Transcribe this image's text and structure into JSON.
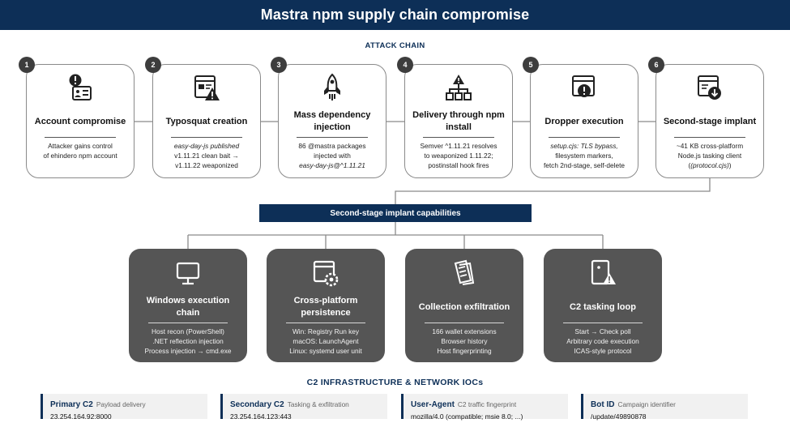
{
  "header": {
    "title": "Mastra npm supply chain compromise"
  },
  "attack_chain_label": "ATTACK CHAIN",
  "steps": [
    {
      "num": "1",
      "icon": "account-alert-icon",
      "title": "Account compromise",
      "desc": [
        "Attacker gains control",
        "of ehindero npm account"
      ]
    },
    {
      "num": "2",
      "icon": "typosquat-warning-icon",
      "title": "Typosquat creation",
      "desc": [
        "easy-day-js published",
        "v1.11.21 clean bait →",
        "v1.11.22 weaponized"
      ]
    },
    {
      "num": "3",
      "icon": "rocket-injection-icon",
      "title": "Mass dependency injection",
      "desc": [
        "86 @mastra packages",
        "injected with",
        "easy-day-js@^1.11.21"
      ]
    },
    {
      "num": "4",
      "icon": "package-tree-icon",
      "title": "Delivery through npm install",
      "desc": [
        "Semver ^1.11.21 resolves",
        "to weaponized 1.11.22;",
        "postinstall hook fires"
      ]
    },
    {
      "num": "5",
      "icon": "dropper-alert-icon",
      "title": "Dropper execution",
      "desc": [
        "setup.cjs: TLS bypass,",
        "filesystem markers,",
        "fetch 2nd-stage, self-delete"
      ]
    },
    {
      "num": "6",
      "icon": "implant-download-icon",
      "title": "Second-stage implant",
      "desc": [
        "~41 KB cross-platform",
        "Node.js tasking client",
        "(protocol.cjs)"
      ]
    }
  ],
  "capabilities_label": "Second-stage implant capabilities",
  "capabilities": [
    {
      "icon": "monitor-icon",
      "title": "Windows execution chain",
      "desc": [
        "Host recon (PowerShell)",
        ".NET reflection injection",
        "Process injection → cmd.exe"
      ]
    },
    {
      "icon": "persistence-gear-icon",
      "title": "Cross-platform persistence",
      "desc": [
        "Win: Registry Run key",
        "macOS: LaunchAgent",
        "Linux: systemd user unit"
      ]
    },
    {
      "icon": "collection-documents-icon",
      "title": "Collection exfiltration",
      "desc": [
        "166 wallet extensions",
        "Browser history",
        "Host fingerprinting"
      ]
    },
    {
      "icon": "tasking-alert-icon",
      "title": "C2 tasking loop",
      "desc": [
        "Start → Check poll",
        "Arbitrary code execution",
        "ICAS-style protocol"
      ]
    }
  ],
  "ioc_label": "C2 INFRASTRUCTURE & NETWORK IOCs",
  "iocs": [
    {
      "label": "Primary C2",
      "sub": "Payload delivery",
      "value": "23.254.164.92:8000"
    },
    {
      "label": "Secondary C2",
      "sub": "Tasking & exfiltration",
      "value": "23.254.164.123:443"
    },
    {
      "label": "User-Agent",
      "sub": "C2 traffic fingerprint",
      "value": "mozilla/4.0 (compatible; msie 8.0; ...)"
    },
    {
      "label": "Bot ID",
      "sub": "Campaign identifier",
      "value": "/update/49890878"
    }
  ]
}
